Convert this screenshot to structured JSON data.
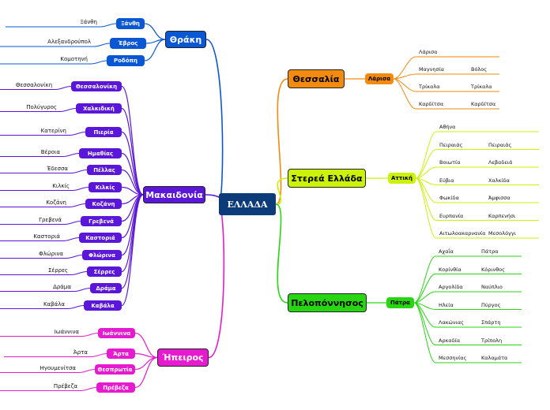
{
  "center": "ΕΛΛΑΔΑ",
  "colors": {
    "thraki": "#0a57d6",
    "makedonia": "#5a16d9",
    "ipeiros": "#e61bd0",
    "thessalia": "#f38a10",
    "sterea": "#ccf20a",
    "peloponnisos": "#27d611"
  },
  "regions": {
    "thraki": {
      "title": "Θράκη",
      "items": [
        {
          "node": "Ξάνθη",
          "label": "Ξάνθη"
        },
        {
          "node": "Έβρος",
          "label": "Αλεξανδρούπολ"
        },
        {
          "node": "Ροδόπη",
          "label": "Κομοτηνή"
        }
      ]
    },
    "makedonia": {
      "title": "Μακαιδονία",
      "items": [
        {
          "node": "Θεσσαλονίκη",
          "label": "Θεσσαλονίκη"
        },
        {
          "node": "Χαλκιδική",
          "label": "Πολύγυρος"
        },
        {
          "node": "Πιερία",
          "label": "Κατερίνη"
        },
        {
          "node": "Ημαθίας",
          "label": "Βέροια"
        },
        {
          "node": "Πέλλας",
          "label": "Έδεσσα"
        },
        {
          "node": "Κιλκίς",
          "label": "Κιλκίς"
        },
        {
          "node": "Κοζάνη",
          "label": "Κοζάνη"
        },
        {
          "node": "Γρεβενά",
          "label": "Γρεβενά"
        },
        {
          "node": "Καστοριά",
          "label": "Καστοριά"
        },
        {
          "node": "Φλώρινα",
          "label": "Φλώρινα"
        },
        {
          "node": "Σέρρες",
          "label": "Σέρρες"
        },
        {
          "node": "Δράμα",
          "label": "Δράμα"
        },
        {
          "node": "Καβάλα",
          "label": "Καβάλα"
        }
      ]
    },
    "ipeiros": {
      "title": "Ήπειρος",
      "items": [
        {
          "node": "Ιωάννινα",
          "label": "Ιωάννινα"
        },
        {
          "node": "Άρτα",
          "label": "Άρτα"
        },
        {
          "node": "Θεσπρωτία",
          "label": "Ηγουμενίτσα"
        },
        {
          "node": "Πρέβεζα",
          "label": "Πρέβεζα"
        }
      ]
    },
    "thessalia": {
      "title": "Θεσσαλία",
      "capital": "Λάρισα",
      "items": [
        {
          "name": "Λάρισα",
          "city": ""
        },
        {
          "name": "Μαγνησία",
          "city": "Βόλος"
        },
        {
          "name": "Τρίκαλα",
          "city": "Τρίκαλα"
        },
        {
          "name": "Καρδίτσα",
          "city": "Καρδίτσα"
        }
      ]
    },
    "sterea": {
      "title": "Στερεά Ελλάδα",
      "capital": "Αττική",
      "items": [
        {
          "name": "Αθήνα",
          "city": ""
        },
        {
          "name": "Πειραιάς",
          "city": "Πειραιάς"
        },
        {
          "name": "Βοιωτία",
          "city": "Λεβαδειά"
        },
        {
          "name": "Εύβια",
          "city": "Χαλκίδα"
        },
        {
          "name": "Φωκίδα",
          "city": "Άμφισσα"
        },
        {
          "name": "Ευρπανία",
          "city": "Καρπενήσι"
        },
        {
          "name": "Αιτωλοακαρνανία",
          "city": "Μεσολόγγι"
        }
      ]
    },
    "peloponnisos": {
      "title": "Πελοπόννησος",
      "capital": "Πάτρα",
      "items": [
        {
          "name": "Αχαΐα",
          "city": "Πάτρα"
        },
        {
          "name": "Κορίνθία",
          "city": "Κόρινθος"
        },
        {
          "name": "Αργολίδα",
          "city": "Ναύπλιο"
        },
        {
          "name": "Ηλεία",
          "city": "Πύργος"
        },
        {
          "name": "Λακώνιας",
          "city": "Σπάρτη"
        },
        {
          "name": "Αρκαδία",
          "city": "Τρίπολη"
        },
        {
          "name": "Μεσσηνίας",
          "city": "Καλαμάτα"
        }
      ]
    }
  }
}
